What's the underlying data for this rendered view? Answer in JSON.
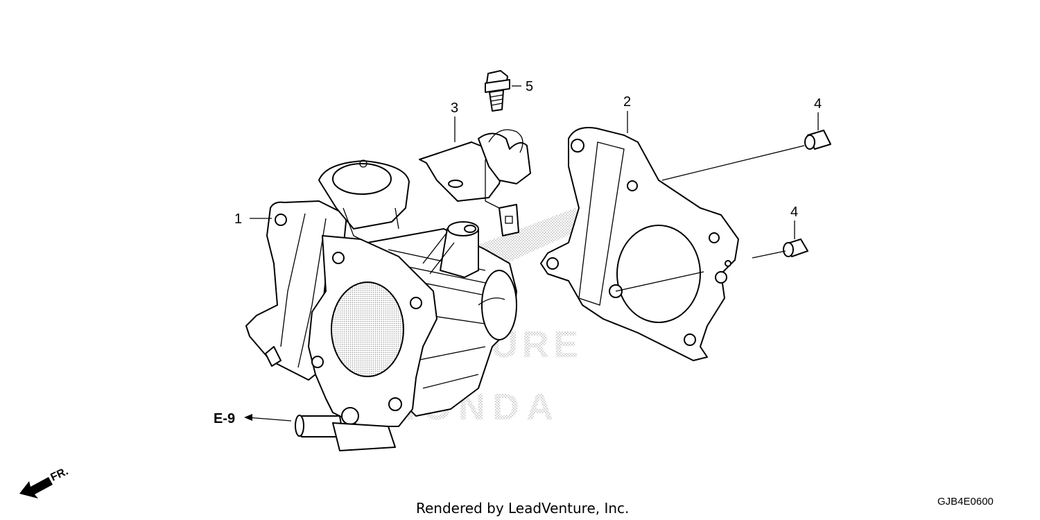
{
  "callouts": {
    "part1": "1",
    "part2": "2",
    "part3": "3",
    "part4a": "4",
    "part4b": "4",
    "part5": "5"
  },
  "reference": "E-9",
  "direction": "FR.",
  "watermark": {
    "top": "VENTURE",
    "bottom": "HONDA",
    "color": "#c8c8c8"
  },
  "footer": {
    "credit": "Rendered by LeadVenture, Inc.",
    "diagram_code": "GJB4E0600"
  },
  "colors": {
    "line": "#000000",
    "background": "#ffffff"
  }
}
